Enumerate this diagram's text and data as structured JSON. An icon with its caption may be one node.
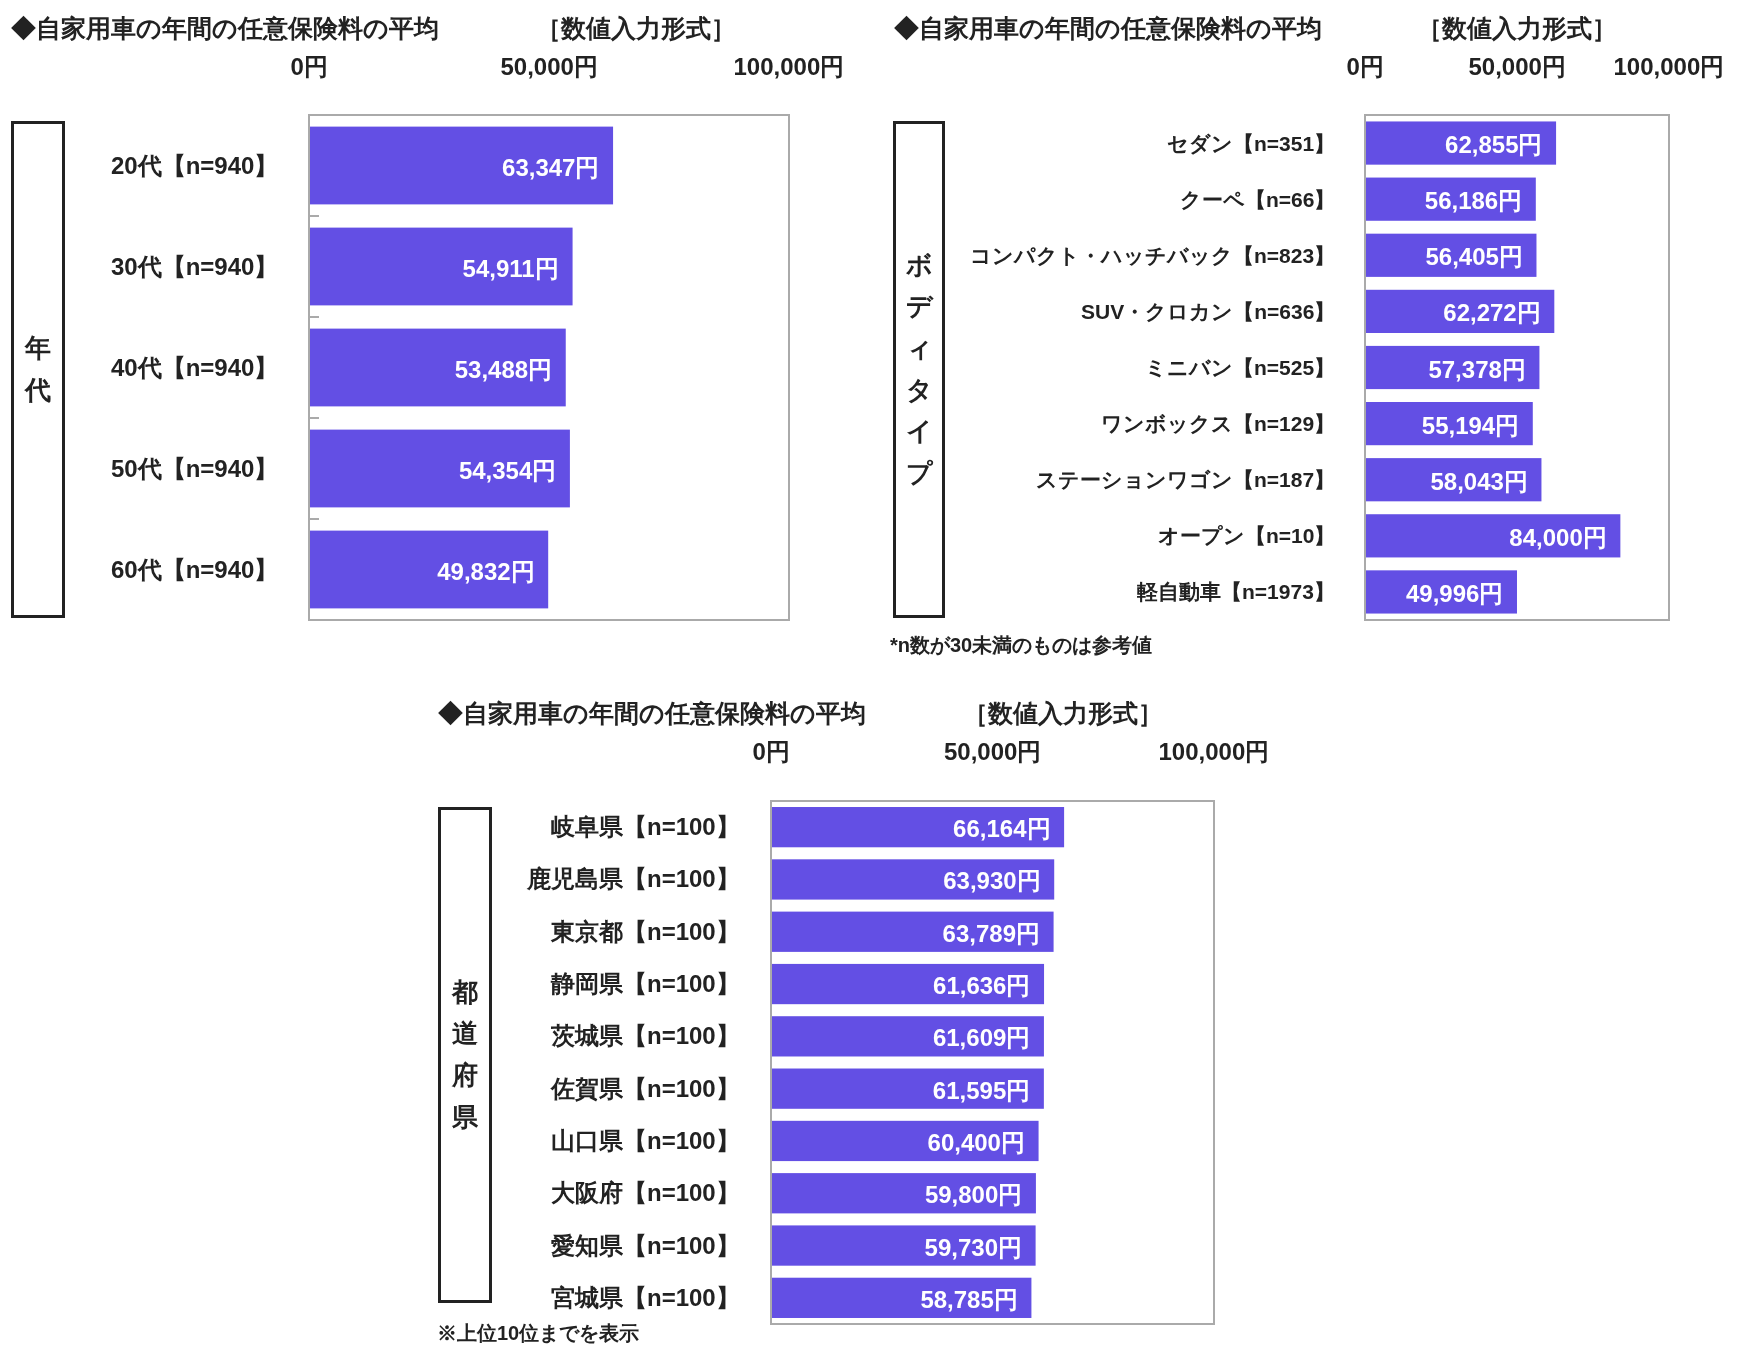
{
  "diagram": {
    "nodes": [
      {
        "text": [
          "年代"
        ]
      },
      {
        "text": [
          "ボディタイプ"
        ]
      },
      {
        "text": [
          "都道府県"
        ]
      }
    ],
    "labels": [
      "［数値入力形式］",
      "［数値入力形式］",
      "*n数が30未満のものは参考値",
      "［数値入力形式］",
      "※上位10位までを表示"
    ],
    "chart_data": [
      {
        "type": "bar",
        "orientation": "horizontal",
        "title": "◆自家用車の年間の任意保険料の平均",
        "categories": [
          "20代【n=940】",
          "30代【n=940】",
          "40代【n=940】",
          "50代【n=940】",
          "60代【n=940】"
        ],
        "values": [
          63347,
          54911,
          53488,
          54354,
          49832
        ],
        "xlim": [
          0,
          100000
        ],
        "xticks": [
          {
            "value": 0,
            "label": "0円"
          },
          {
            "value": 50000,
            "label": "50,000円"
          },
          {
            "value": 100000,
            "label": "100,000円"
          }
        ],
        "value_labels": [
          "63,347円",
          "54,911円",
          "53,488円",
          "54,354円",
          "49,832円"
        ]
      },
      {
        "type": "bar",
        "orientation": "horizontal",
        "title": "◆自家用車の年間の任意保険料の平均",
        "categories": [
          "セダン【n=351】",
          "クーペ【n=66】",
          "コンパクト・ハッチバック【n=823】",
          "SUV・クロカン【n=636】",
          "ミニバン【n=525】",
          "ワンボックス【n=129】",
          "ステーションワゴン【n=187】",
          "オープン【n=10】",
          "軽自動車【n=1973】"
        ],
        "values": [
          62855,
          56186,
          56405,
          62272,
          57378,
          55194,
          58043,
          84000,
          49996
        ],
        "xlim": [
          0,
          100000
        ],
        "xticks": [
          {
            "value": 0,
            "label": "0円"
          },
          {
            "value": 50000,
            "label": "50,000円"
          },
          {
            "value": 100000,
            "label": "100,000円"
          }
        ],
        "value_labels": [
          "62,855円",
          "56,186円",
          "56,405円",
          "62,272円",
          "57,378円",
          "55,194円",
          "58,043円",
          "84,000円",
          "49,996円"
        ]
      },
      {
        "type": "bar",
        "orientation": "horizontal",
        "title": "◆自家用車の年間の任意保険料の平均",
        "categories": [
          "岐阜県【n=100】",
          "鹿児島県【n=100】",
          "東京都【n=100】",
          "静岡県【n=100】",
          "茨城県【n=100】",
          "佐賀県【n=100】",
          "山口県【n=100】",
          "大阪府【n=100】",
          "愛知県【n=100】",
          "宮城県【n=100】"
        ],
        "values": [
          66164,
          63930,
          63789,
          61636,
          61609,
          61595,
          60400,
          59800,
          59730,
          58785
        ],
        "xlim": [
          0,
          100000
        ],
        "xticks": [
          {
            "value": 0,
            "label": "0円"
          },
          {
            "value": 50000,
            "label": "50,000円"
          },
          {
            "value": 100000,
            "label": "100,000円"
          }
        ],
        "value_labels": [
          "66,164円",
          "63,930円",
          "63,789円",
          "61,636円",
          "61,609円",
          "61,595円",
          "60,400円",
          "59,800円",
          "59,730円",
          "58,785円"
        ]
      }
    ]
  }
}
